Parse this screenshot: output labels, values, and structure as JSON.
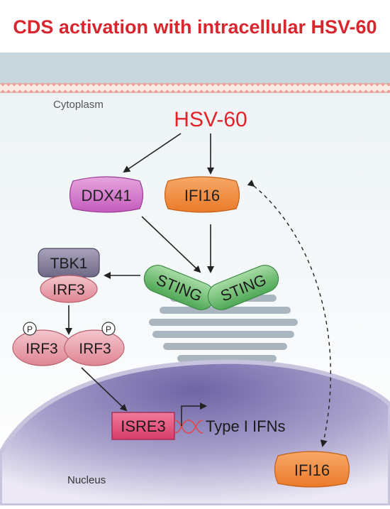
{
  "title": "CDS activation with intracellular HSV-60",
  "labels": {
    "cytoplasm": "Cytoplasm",
    "nucleus": "Nucleus",
    "hsv": "HSV-60",
    "ddx41": "DDX41",
    "ifi16_cyto": "IFI16",
    "ifi16_nuc": "IFI16",
    "sting_left": "STING",
    "sting_right": "STING",
    "tbk1": "TBK1",
    "irf3": "IRF3",
    "irf3_left": "IRF3",
    "irf3_right": "IRF3",
    "phospho_left": "P",
    "phospho_right": "P",
    "isre3": "ISRE3",
    "type_i_ifns": "Type I IFNs"
  },
  "colors": {
    "title": "#d9262e",
    "hsv": "#e2232a",
    "ddx41": "#d783cc",
    "ifi16": "#f08a3c",
    "sting": "#6fbf73",
    "tbk1": "#827b96",
    "irf3": "#e9a2ad",
    "isre3": "#e8507b",
    "cell_band": "#c6d6dc",
    "nucleus": "#8b84b5",
    "dna": "#e04848"
  }
}
